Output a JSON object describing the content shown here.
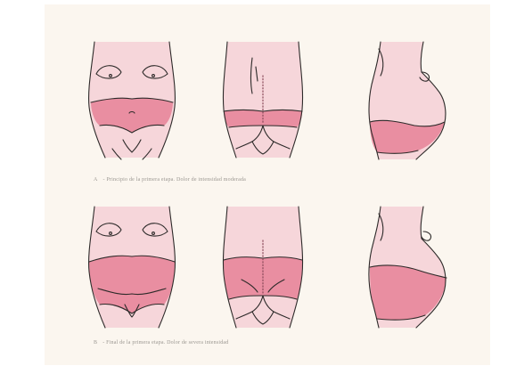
{
  "figure_row_a": {
    "caption_label": "A",
    "caption_text": "- Principio de la primera etapa. Dolor de intensidad moderada"
  },
  "figure_row_b": {
    "caption_label": "B",
    "caption_text": "- Final de la primera etapa. Dolor de severa intensidad"
  },
  "colors": {
    "skin": "#f6d6da",
    "pain": "#e98ea1",
    "pain_deep": "#de6f86",
    "outline": "#2d2a29",
    "caption": "#9a9690"
  }
}
